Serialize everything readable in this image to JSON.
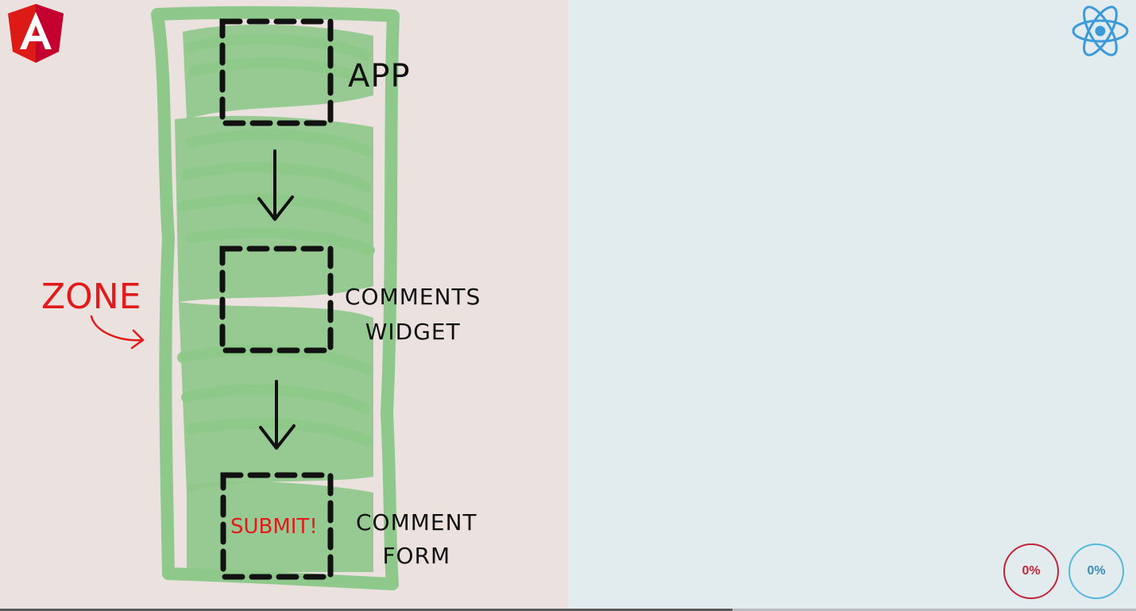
{
  "logos": {
    "left": {
      "icon": "angular-logo-icon",
      "letter": "A",
      "color": "#dd1b16"
    },
    "right": {
      "icon": "react-logo-icon",
      "color": "#3c9ad8"
    }
  },
  "diagram": {
    "zone_label": "ZONE",
    "nodes": [
      {
        "id": "app",
        "lines": [
          "APP"
        ]
      },
      {
        "id": "comments-widget",
        "lines": [
          "COMMENTS",
          "WIDGET"
        ]
      },
      {
        "id": "comment-form",
        "lines": [
          "COMMENT",
          "FORM"
        ]
      }
    ],
    "action_label": "SUBMIT!",
    "colors": {
      "zone_fill": "#8ec88a",
      "zone_label": "#e11b1b",
      "node_border": "#111111",
      "left_bg": "#ebe1df",
      "right_bg": "#e2ebee"
    }
  },
  "progress": {
    "angular": {
      "text": "0%",
      "value": 0,
      "color": "#c0263a"
    },
    "react": {
      "text": "0%",
      "value": 0,
      "color": "#54b8dc"
    }
  }
}
